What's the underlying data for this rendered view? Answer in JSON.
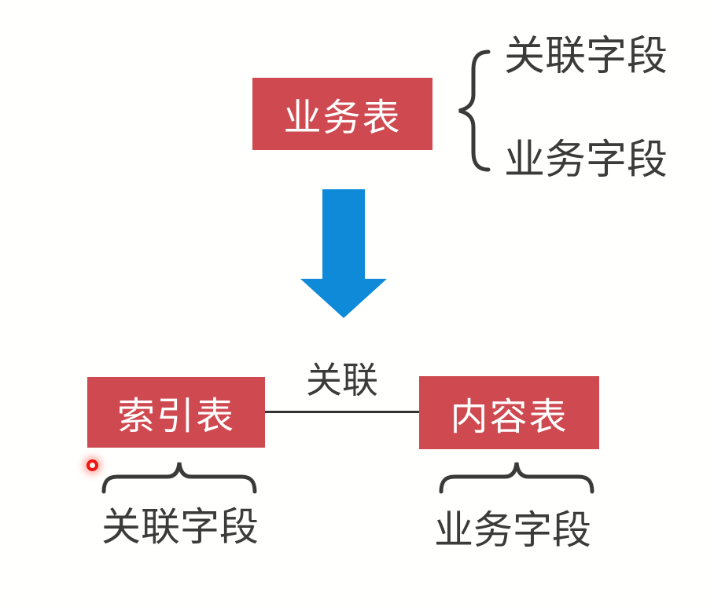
{
  "colors": {
    "background": "#FFFFFE",
    "box_fill_red": "#CE4A50",
    "box_text": "#FFFFFF",
    "arrow_blue": "#0E8AD8",
    "stroke_dark": "#3A3A3A",
    "label_text": "#3B3B3B",
    "laser_red": "#EE1512"
  },
  "top_section": {
    "box_label": "业务表",
    "fields": [
      {
        "label": "关联字段"
      },
      {
        "label": "业务字段"
      }
    ]
  },
  "bottom_section": {
    "connector_label": "关联",
    "left": {
      "box_label": "索引表",
      "field_label": "关联字段"
    },
    "right": {
      "box_label": "内容表",
      "field_label": "业务字段"
    }
  }
}
